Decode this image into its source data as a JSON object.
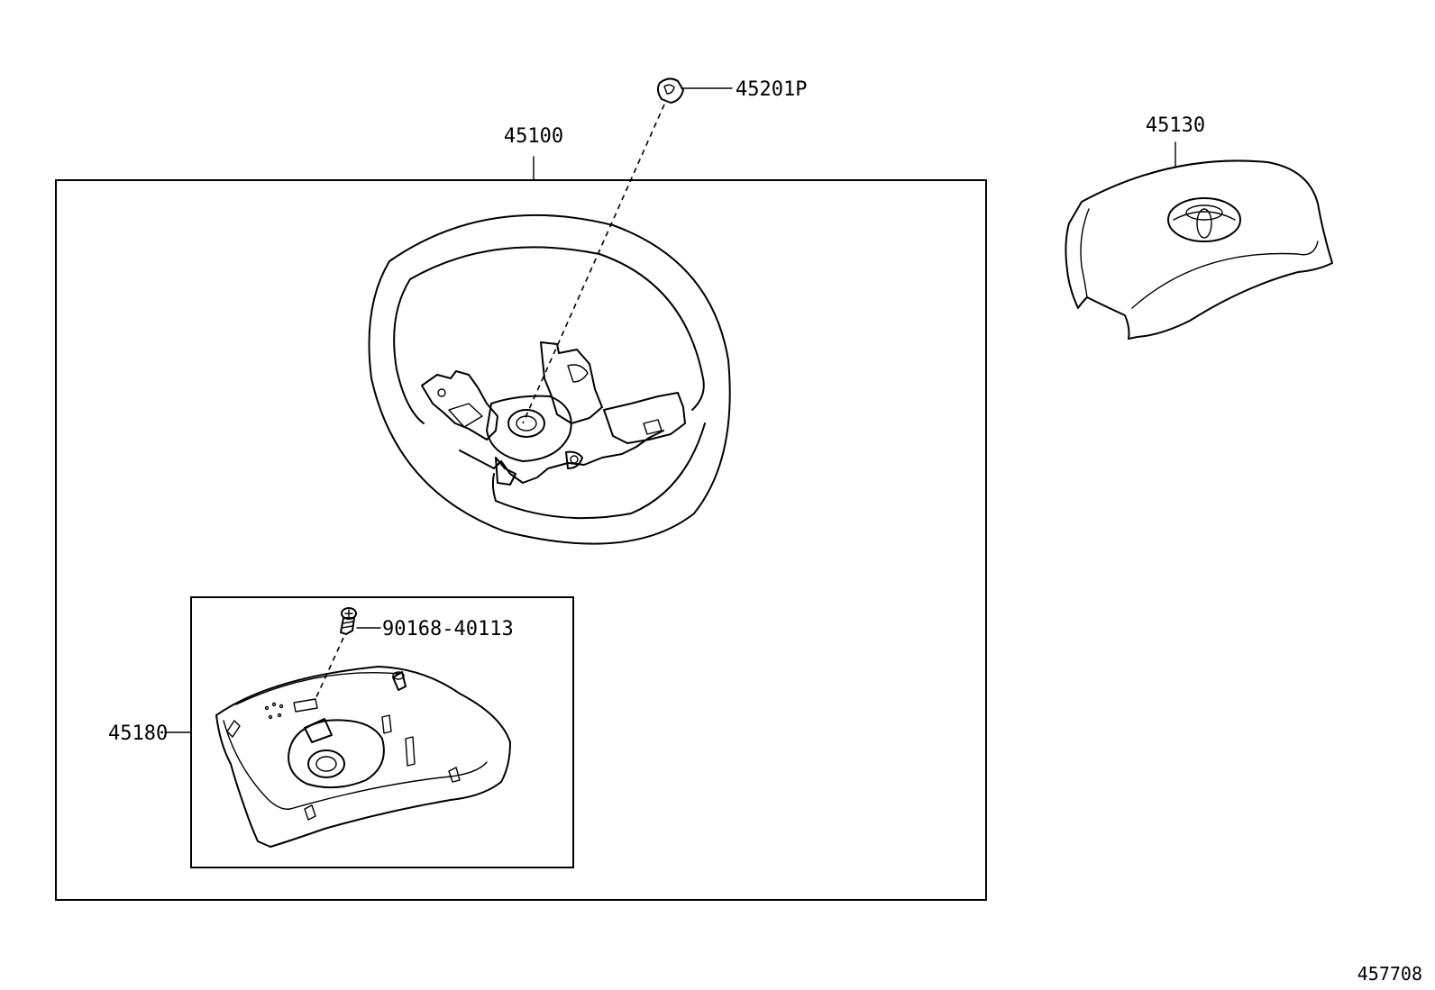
{
  "parts": {
    "steering_wheel_assy": "45100",
    "nut": "45201P",
    "horn_pad": "45130",
    "cover": "45180",
    "screw": "90168-40113"
  },
  "illustration_number": "457708"
}
